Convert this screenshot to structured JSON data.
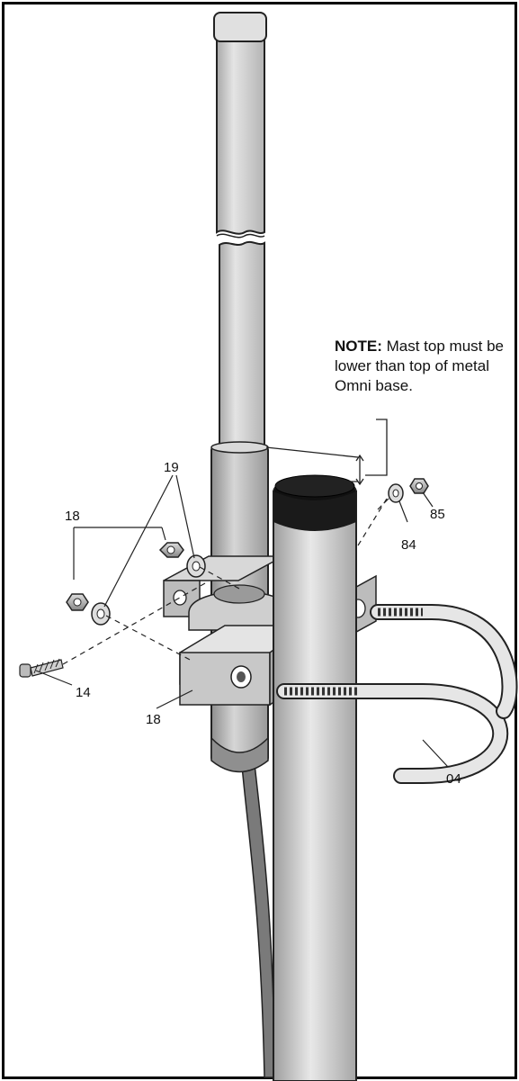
{
  "note": {
    "prefix": "NOTE:",
    "text": " Mast top must be lower than top of metal Omni base."
  },
  "callouts": {
    "c19": "19",
    "c18_upper": "18",
    "c85": "85",
    "c84": "84",
    "c14": "14",
    "c18_lower": "18",
    "c04": "04"
  }
}
